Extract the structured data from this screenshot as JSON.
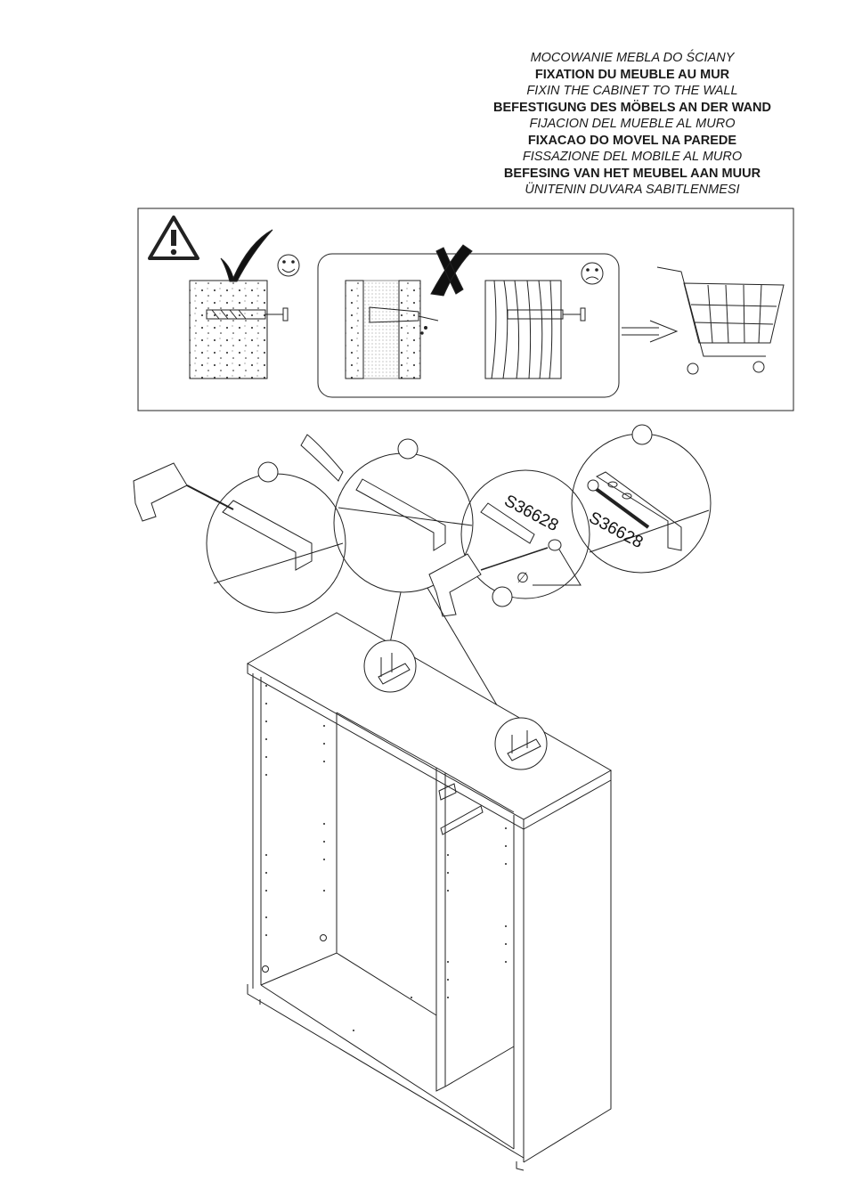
{
  "titles": [
    {
      "text": "MOCOWANIE MEBLA DO ŚCIANY",
      "style": "italic"
    },
    {
      "text": "FIXATION DU MEUBLE AU MUR",
      "style": "bold"
    },
    {
      "text": "FIXIN THE CABINET TO THE WALL",
      "style": "italic"
    },
    {
      "text": "BEFESTIGUNG DES MÖBELS AN DER WAND",
      "style": "bold"
    },
    {
      "text": "FIJACION DEL MUEBLE AL MURO",
      "style": "italic"
    },
    {
      "text": "FIXACAO DO MOVEL NA PAREDE",
      "style": "bold"
    },
    {
      "text": "FISSAZIONE DEL MOBILE AL MURO",
      "style": "italic"
    },
    {
      "text": "BEFESING VAN HET MEUBEL AAN MUUR",
      "style": "bold"
    },
    {
      "text": "ÜNITENIN DUVARA SABITLENMESI",
      "style": "italic"
    }
  ],
  "parts": {
    "dowel_code": "S36628",
    "screw_code": "S36628",
    "diameter_symbol": "∅"
  },
  "icons": [
    "warning-icon",
    "checkmark-icon",
    "happy-face-icon",
    "cross-icon",
    "sad-face-icon",
    "shopping-cart-icon",
    "drill-icon"
  ]
}
